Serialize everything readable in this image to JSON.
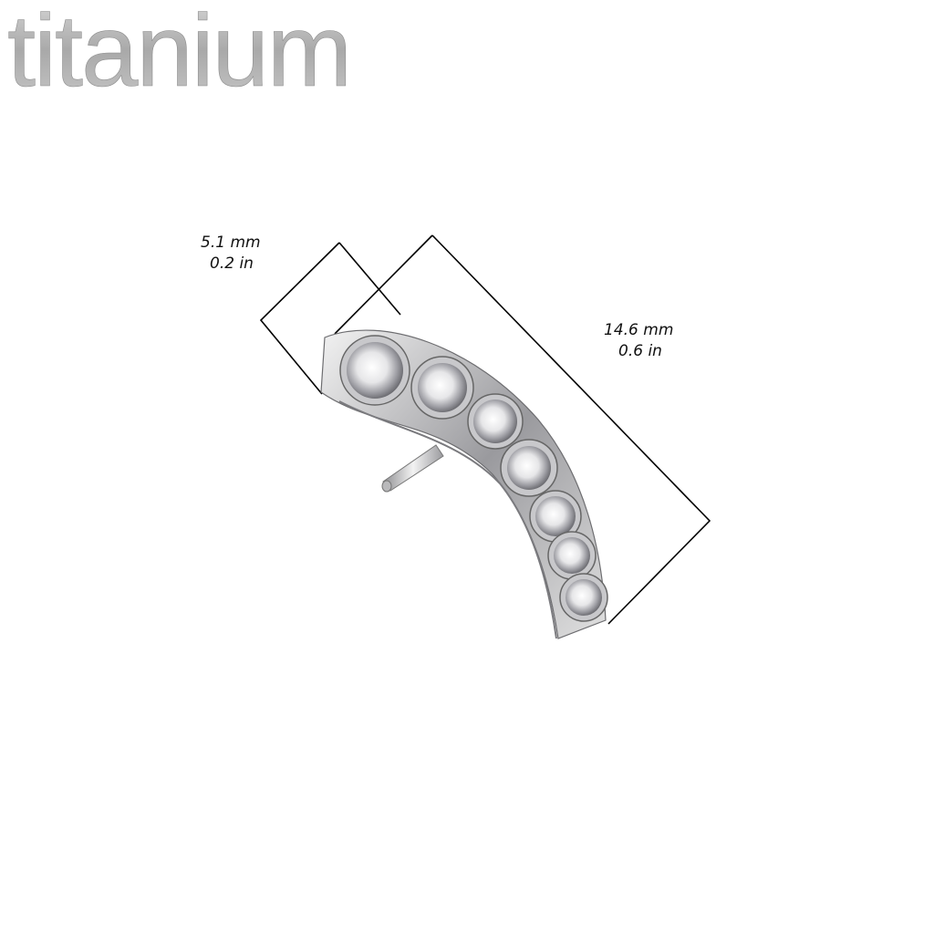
{
  "brand": {
    "logo_text": "titanium"
  },
  "dimensions": {
    "width": {
      "mm": "5.1 mm",
      "in": "0.2 in"
    },
    "length": {
      "mm": "14.6 mm",
      "in": "0.6 in"
    }
  },
  "product": {
    "stone_count": 7,
    "metal_color": "#c9c9cc"
  }
}
